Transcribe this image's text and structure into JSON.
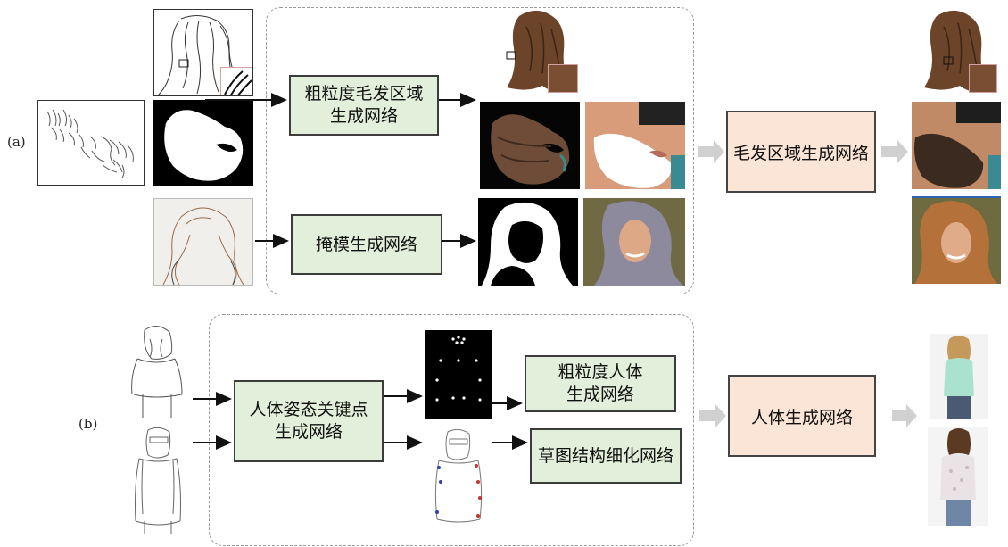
{
  "panel_a": {
    "label": "(a)",
    "coarse_hair_box": "粗粒度毛发区域\n生成网络",
    "mask_box": "掩模生成网络",
    "final_box": "毛发区域生成网络"
  },
  "panel_b": {
    "label": "(b)",
    "keypoint_box": "人体姿态关键点\n生成网络",
    "coarse_body_box": "粗粒度人体\n生成网络",
    "refine_box": "草图结构细化网络",
    "final_box": "人体生成网络"
  },
  "colors": {
    "green_box": "#e2efda",
    "peach_box": "#fbe5d6",
    "dashed_border": "#9a9a9a",
    "gray_arrow": "#d0d0d0"
  }
}
